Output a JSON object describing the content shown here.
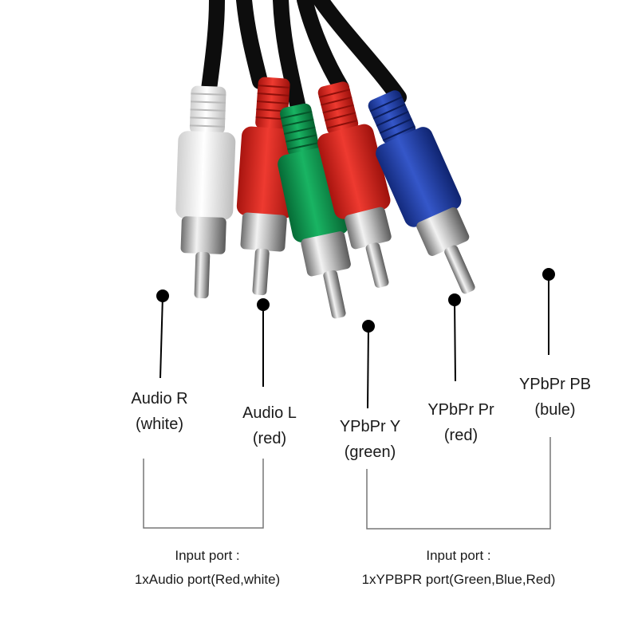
{
  "labels": {
    "audio_r": {
      "title": "Audio R",
      "sub": "(white)"
    },
    "audio_l": {
      "title": "Audio L",
      "sub": "(red)"
    },
    "ypbpr_y": {
      "title": "YPbPr Y",
      "sub": "(green)"
    },
    "ypbpr_pr": {
      "title": "YPbPr Pr",
      "sub": "(red)"
    },
    "ypbpr_pb": {
      "title": "YPbPr PB",
      "sub": "(bule)"
    }
  },
  "groups": {
    "audio": {
      "line1": "Input port :",
      "line2": "1xAudio port(Red,white)"
    },
    "ypbpr": {
      "line1": "Input port :",
      "line2": "1xYPBPR port(Green,Blue,Red)"
    }
  },
  "connector_colors": {
    "white": "#ececec",
    "red": "#d8261f",
    "green": "#0f9a50",
    "blue": "#1f3ea8",
    "cable": "#111111"
  }
}
